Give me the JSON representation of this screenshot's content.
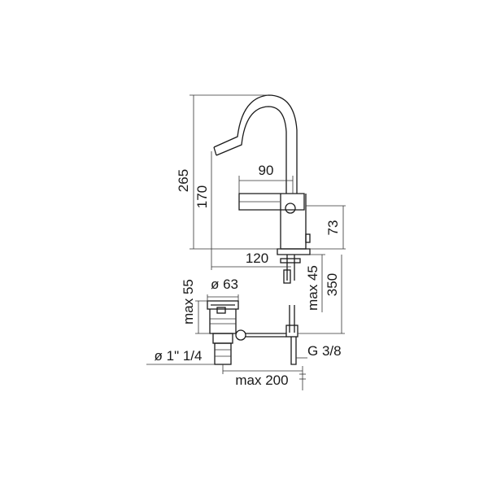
{
  "dimensions": {
    "height_total": "265",
    "height_spout": "170",
    "spout_reach": "90",
    "body_height": "73",
    "base_offset": "120",
    "max_shank": "max 45",
    "shank_length": "350",
    "waste_height": "max 55",
    "waste_diameter": "ø 63",
    "waste_thread": "ø 1\" 1/4",
    "connection": "G 3/8",
    "rod_length": "max 200"
  }
}
